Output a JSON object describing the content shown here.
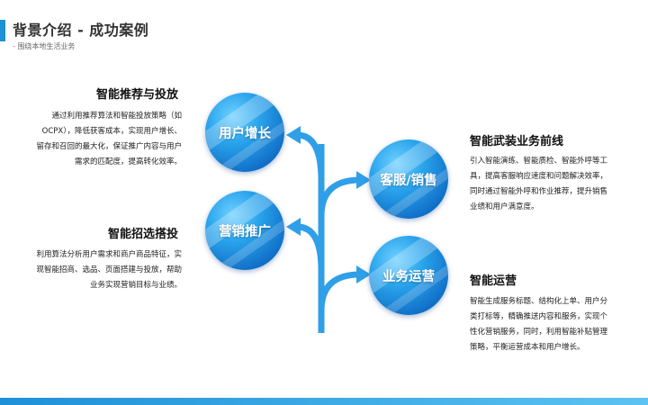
{
  "header": {
    "title": "背景介绍 - 成功案例",
    "subtitle": "- 围绕本地生活业务"
  },
  "circles": {
    "user_growth": "用户增长",
    "marketing": "营销推广",
    "customer_service": "客服/销售",
    "operations": "业务运营"
  },
  "left": {
    "block1": {
      "heading": "智能推荐与投放",
      "lines": [
        "通过利用推荐算法和智能投放策略（如",
        "OCPX），降低获客成本，实现用户增长、",
        "留存和召回的最大化，保证推广内容与用户",
        "需求的匹配度，提高转化效率。"
      ]
    },
    "block2": {
      "heading": "智能招选搭投",
      "lines": [
        "利用算法分析用户需求和商户商品特征，实",
        "现智能招商、选品、页面搭建与投放，帮助",
        "业务实现营销目标与业绩。"
      ]
    }
  },
  "right": {
    "block1": {
      "heading": "智能武装业务前线",
      "lines": [
        "引入智能演练、智能质检、智能外呼等工",
        "具，提高客服响应速度和问题解决效率，",
        "同时通过智能外呼和作业推荐，提升销售",
        "业绩和用户满意度。"
      ]
    },
    "block2": {
      "heading": "智能运营",
      "lines": [
        "智能生成服务标题、结构化上单、用户分",
        "类打标等，精确推送内容和服务，实现个",
        "性化营销服务，同时，利用智能补贴管理",
        "策略，平衡运营成本和用户增长。"
      ]
    }
  },
  "colors": {
    "accent": "#1e90d8",
    "arrow": "#2f9fe8"
  }
}
